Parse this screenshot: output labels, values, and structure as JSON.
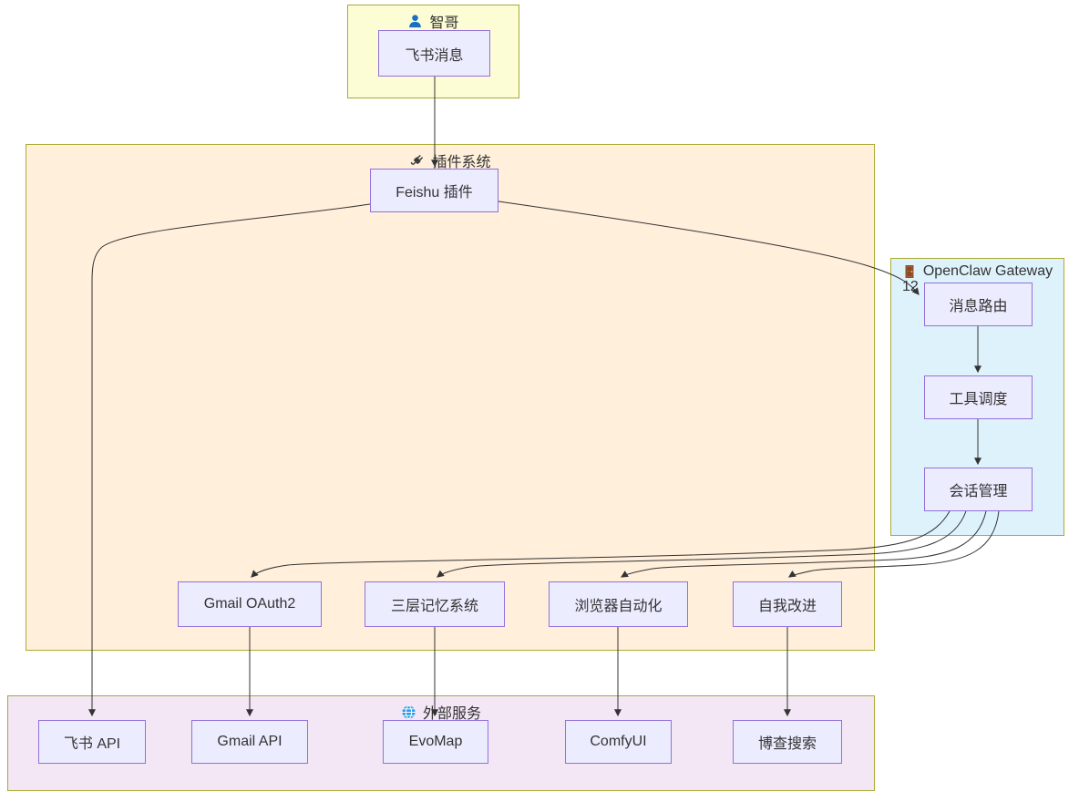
{
  "diagram": {
    "type": "flowchart",
    "sections": {
      "user": {
        "title": "智哥",
        "icon": "person-icon"
      },
      "plugin": {
        "title": "插件系统",
        "icon": "plug-icon"
      },
      "gateway": {
        "title": "OpenClaw Gateway",
        "icon": "door-icon"
      },
      "external": {
        "title": "外部服务",
        "icon": "globe-icon"
      }
    },
    "nodes": {
      "feishu_msg": "飞书消息",
      "feishu_plugin": "Feishu 插件",
      "gmail_oauth": "Gmail OAuth2",
      "memory": "三层记忆系统",
      "browser": "浏览器自动化",
      "self_improve": "自我改进",
      "msg_route": "消息路由",
      "tool_dispatch": "工具调度",
      "session": "会话管理",
      "feishu_api": "飞书 API",
      "gmail_api": "Gmail API",
      "evomap": "EvoMap",
      "comfyui": "ComfyUI",
      "bocha": "博查搜索"
    },
    "edge_labels": {
      "plugin_to_gateway": "12"
    },
    "colors": {
      "user_section_bg": "#fdfdd5",
      "plugin_section_bg": "#ffefdb",
      "gateway_section_bg": "#def2fb",
      "external_section_bg": "#f3e6f5",
      "section_border": "#aaaa33",
      "node_fill": "#ECECFF",
      "node_border": "#9370DB",
      "edge_color": "#333333",
      "text_color": "#333333",
      "person_icon_color": "#1a6fc4",
      "plug_icon_color": "#3d3d3d",
      "door_icon_color": "#a85c32",
      "globe_icon_color": "#2b9ae8"
    }
  }
}
